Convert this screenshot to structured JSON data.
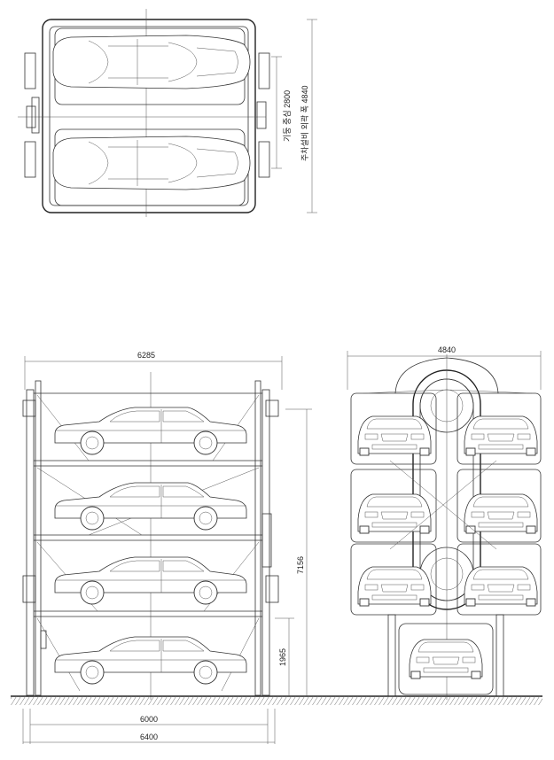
{
  "plan_view": {
    "dim_label_column_center": "기둥 중심 2800",
    "dim_label_overall_width": "주차설비 외곽 폭 4840"
  },
  "side_view": {
    "dim_top": "6285",
    "dim_height": "7156",
    "dim_ground_level": "1965",
    "dim_bottom_inner": "6000",
    "dim_bottom_outer": "6400"
  },
  "front_view": {
    "dim_top": "4840"
  }
}
